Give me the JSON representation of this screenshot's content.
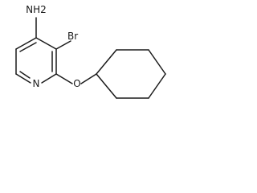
{
  "molecule": {
    "atoms": {
      "amine": "NH2",
      "bromine": "Br",
      "nitrogen": "N",
      "oxygen": "O"
    }
  }
}
